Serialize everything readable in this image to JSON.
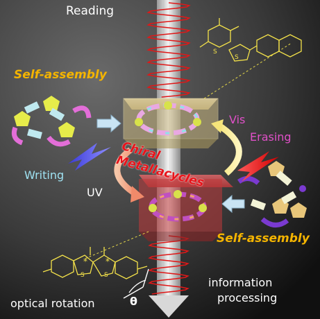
{
  "labels": {
    "reading": "Reading",
    "self_assembly_top": "Self-assembly",
    "vis": "Vis",
    "erasing": "Erasing",
    "writing": "Writing",
    "uv": "UV",
    "chiral": "Chiral",
    "metallacycles": "Metallacycles",
    "self_assembly_bottom": "Self-assembly",
    "information": "information",
    "processing": "processing",
    "optical_rotation": "optical rotation",
    "theta": "θ"
  },
  "atoms": {
    "s1": "S",
    "s2": "S",
    "s3": "S",
    "s4": "S",
    "star1": "*",
    "star2": "*"
  },
  "colors": {
    "title_text": "#ffffff",
    "self_assembly": "#f4b400",
    "vis_erasing": "#e050c8",
    "writing": "#9fe2f2",
    "chiral": "#e8141b",
    "wave": "#e01818",
    "molecule": "#f4e24a"
  }
}
